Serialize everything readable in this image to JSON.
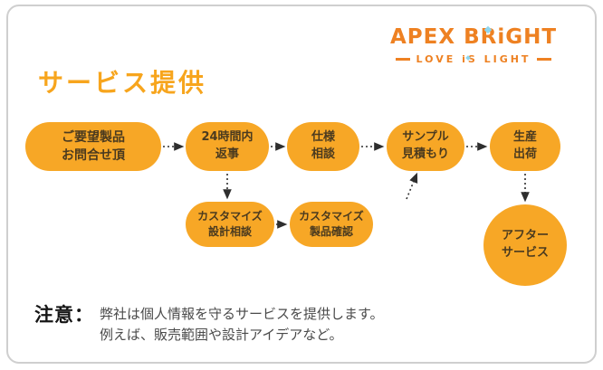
{
  "logo": {
    "brand": "APEX BRiGHT",
    "tagline": "LOVE iS LIGHT"
  },
  "page": {
    "title": "サービス提供"
  },
  "flow": {
    "nodes": [
      {
        "line1": "ご要望製品",
        "line2": "お問合せ頂"
      },
      {
        "line1": "24時間内",
        "line2": "返事"
      },
      {
        "line1": "仕様",
        "line2": "相談"
      },
      {
        "line1": "サンプル",
        "line2": "見積もり"
      },
      {
        "line1": "生産",
        "line2": "出荷"
      },
      {
        "line1": "カスタマイズ",
        "line2": "設計相談"
      },
      {
        "line1": "カスタマイズ",
        "line2": "製品確認"
      },
      {
        "line1": "アフター",
        "line2": "サービス"
      }
    ],
    "edges": [
      {
        "from": 0,
        "to": 1,
        "style": "dotted-arrow"
      },
      {
        "from": 1,
        "to": 2,
        "style": "dotted-arrow"
      },
      {
        "from": 2,
        "to": 3,
        "style": "dotted-arrow"
      },
      {
        "from": 3,
        "to": 4,
        "style": "dotted-arrow"
      },
      {
        "from": 1,
        "to": 5,
        "style": "dotted-arrow"
      },
      {
        "from": 5,
        "to": 6,
        "style": "dotted-arrow"
      },
      {
        "from": 6,
        "to": 3,
        "style": "dotted-arrow"
      },
      {
        "from": 4,
        "to": 7,
        "style": "dotted-arrow"
      }
    ]
  },
  "note": {
    "label": "注意：",
    "line1": "弊社は個人情報を守るサービスを提供します。",
    "line2": "例えば、販売範囲や設計アイデアなど。"
  },
  "colors": {
    "accent_orange": "#F7A726",
    "logo_orange": "#EE8122",
    "logo_blue": "#8ED6EF",
    "node_text": "#4A3A1F",
    "note_text": "#4A4A4A",
    "arrow": "#2E2E2E",
    "border": "#CFCFCF"
  }
}
